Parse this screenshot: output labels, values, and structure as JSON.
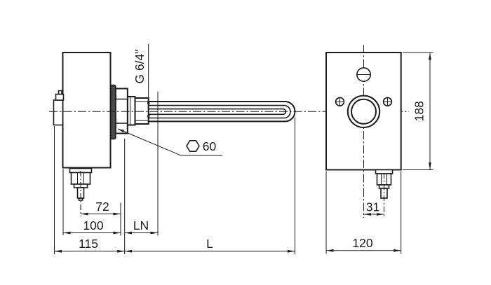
{
  "drawing": {
    "side_view": {
      "thread_label": "G 6/4\"",
      "hex_across_flats": "60",
      "dim_gland_to_flange": "72",
      "dim_housing_to_flange": "100",
      "dim_unheated_zone": "LN",
      "dim_housing_overall": "115",
      "dim_immersion_length": "L"
    },
    "front_view": {
      "dim_height": "188",
      "dim_gland_offset": "31",
      "dim_width": "120"
    },
    "colors": {
      "line": "#1c1c1c",
      "background": "#ffffff",
      "gasket_fill": "#4a4a4a"
    }
  }
}
